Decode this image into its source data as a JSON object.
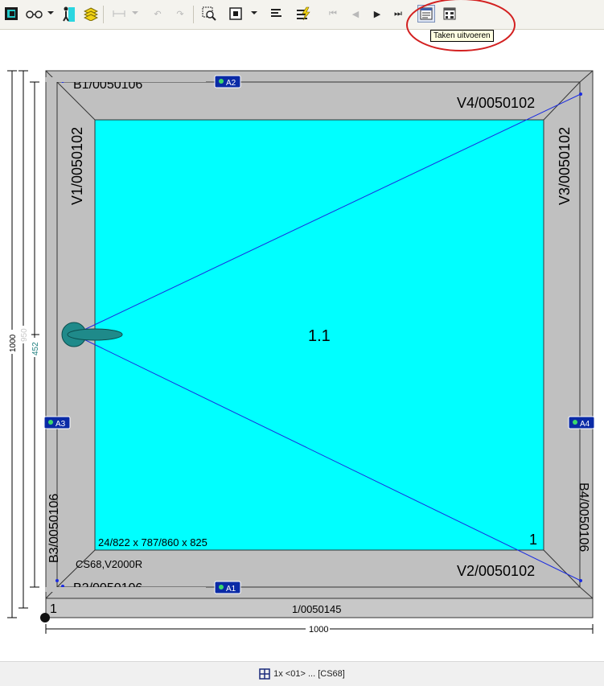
{
  "toolbar": {
    "buttons": [
      {
        "name": "app-icon"
      },
      {
        "name": "glasses-icon"
      },
      {
        "name": "person-icon"
      },
      {
        "name": "layers-icon"
      },
      {
        "name": "dimension-icon"
      },
      {
        "name": "undo-icon"
      },
      {
        "name": "redo-icon"
      },
      {
        "name": "zoom-select-icon"
      },
      {
        "name": "frame-icon"
      },
      {
        "name": "align-icon"
      },
      {
        "name": "lightning-icon"
      },
      {
        "name": "first-icon"
      },
      {
        "name": "previous-icon"
      },
      {
        "name": "next-icon"
      },
      {
        "name": "last-icon"
      },
      {
        "name": "tasks-icon"
      },
      {
        "name": "details-icon"
      }
    ],
    "tooltip": "Taken uitvoeren"
  },
  "drawing": {
    "profile_top": "B1/0050106",
    "profile_bottom": "B2/0050106",
    "profile_left": "B3/0050106",
    "profile_right": "B4/0050106",
    "sash_left": "V1/0050102",
    "sash_right": "V3/0050102",
    "sash_top": "V4/0050102",
    "sash_bottom": "V2/0050102",
    "sill": "1/0050145",
    "glass_id": "1.1",
    "glass_spec": "24/822 x 787/860 x 825",
    "sash_number": "1",
    "frame_number": "1",
    "system": "CS68,V2000R",
    "anchors": [
      "A1",
      "A2",
      "A3",
      "A4"
    ],
    "dim_width": "1000",
    "dim_height": "1000",
    "dim_handle": "452",
    "dim_inner": "950"
  },
  "status": {
    "text": "1x <01> ... [CS68]"
  },
  "colors": {
    "glass": "#00ffff",
    "frame": "#c0c0c0",
    "anchor": "#0a2aa6",
    "handle": "#1f8a8a",
    "highlight_circle": "#d32020"
  }
}
